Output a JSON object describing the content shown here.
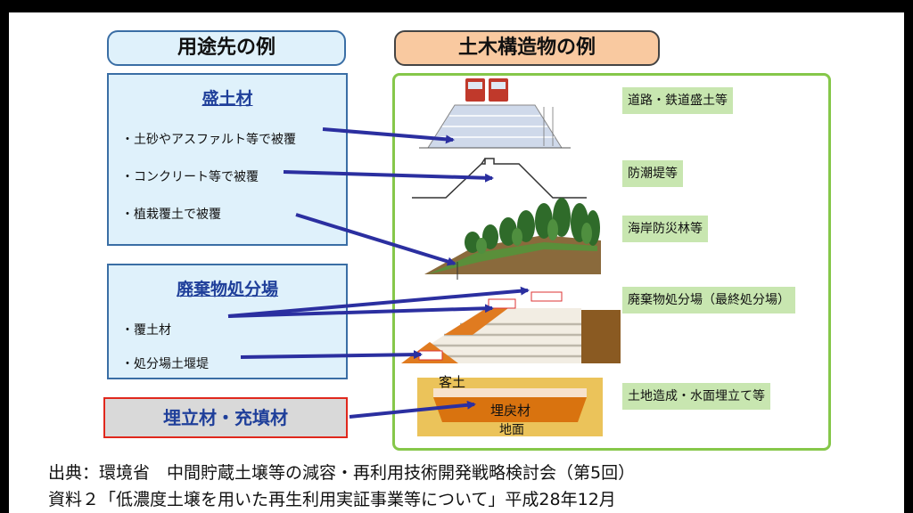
{
  "headers": {
    "left": "用途先の例",
    "right": "土木構造物の例"
  },
  "left_boxes": {
    "fill": {
      "title": "盛土材",
      "items": [
        "・土砂やアスファルト等で被覆",
        "・コンクリート等で被覆",
        "・植栽覆土で被覆"
      ]
    },
    "waste": {
      "title": "廃棄物処分場",
      "items": [
        "・覆土材",
        "・処分場土堰堤"
      ]
    },
    "landfill": {
      "title": "埋立材・充填材"
    }
  },
  "structure_labels": [
    "道路・鉄道盛土等",
    "防潮堤等",
    "海岸防災林等",
    "廃棄物処分場（最終処分場）",
    "土地造成・水面埋立て等"
  ],
  "diagram_text": {
    "guest_soil": "客土",
    "fill_material": "埋戻材",
    "ground": "地面"
  },
  "source": {
    "line1": "出典：環境省　中間貯蔵土壌等の減容・再利用技術開発戦略検討会（第5回）",
    "line2": "資料２「低濃度土壌を用いた再生利用実証事業等について」平成28年12月"
  },
  "colors": {
    "arrow": "#2b2fa0",
    "frame": "#86c74a",
    "label_bg": "#c8e6b0",
    "landfill_border": "#e0281d"
  }
}
